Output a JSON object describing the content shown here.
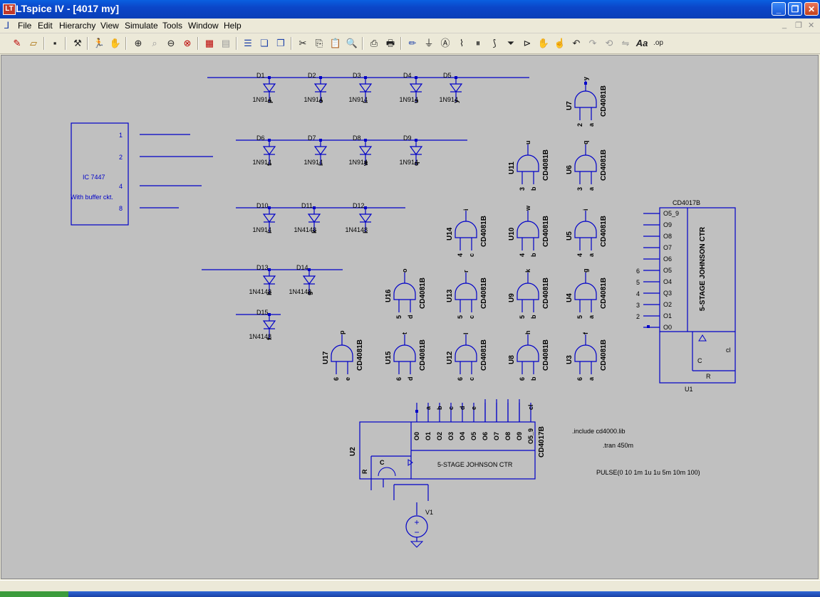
{
  "window": {
    "title": "LTspice IV - [4017 my]"
  },
  "menu": [
    "File",
    "Edit",
    "Hierarchy",
    "View",
    "Simulate",
    "Tools",
    "Window",
    "Help"
  ],
  "toolbar": {
    "icons": [
      "new-schematic",
      "open",
      "save",
      "control-panel",
      "run",
      "halt",
      "zoom-in",
      "zoom-pan",
      "zoom-out",
      "zoom-fit",
      "autorange",
      "plot-settings",
      "tile-horizontal",
      "tile-vertical",
      "cascade",
      "cut",
      "copy",
      "paste",
      "find",
      "print-preview",
      "print",
      "draw-wire",
      "ground",
      "label-net",
      "resistor",
      "capacitor",
      "inductor",
      "diode",
      "component",
      "move",
      "drag",
      "undo",
      "redo",
      "rotate",
      "mirror",
      "text",
      "spice-directive"
    ]
  },
  "schematic": {
    "ic": {
      "name": "IC 7447",
      "sub": "With buffer ckt.",
      "pins": [
        "1",
        "2",
        "4",
        "8"
      ]
    },
    "diodes": [
      {
        "ref": "D1",
        "part": "1N914",
        "net": "p"
      },
      {
        "ref": "D2",
        "part": "1N914",
        "net": "o"
      },
      {
        "ref": "D3",
        "part": "1N914",
        "net": "l"
      },
      {
        "ref": "D4",
        "part": "1N914",
        "net": "u"
      },
      {
        "ref": "D5",
        "part": "1N914",
        "net": "y"
      },
      {
        "ref": "D6",
        "part": "1N914",
        "net": "t"
      },
      {
        "ref": "D7",
        "part": "1N914",
        "net": "i"
      },
      {
        "ref": "D8",
        "part": "1N914",
        "net": "w"
      },
      {
        "ref": "D9",
        "part": "1N914",
        "net": "q"
      },
      {
        "ref": "D10",
        "part": "1N914",
        "net": "i"
      },
      {
        "ref": "D11",
        "part": "1N4148",
        "net": "k"
      },
      {
        "ref": "D12",
        "part": "1N4148",
        "net": "l"
      },
      {
        "ref": "D13",
        "part": "1N4148",
        "net": "h"
      },
      {
        "ref": "D14",
        "part": "1N4148",
        "net": "g"
      },
      {
        "ref": "D15",
        "part": "1N4148",
        "net": "f"
      }
    ],
    "gate_part": "CD4081B",
    "gates": [
      {
        "ref": "U7",
        "out": "y",
        "in1": "2",
        "in2": "a"
      },
      {
        "ref": "U11",
        "out": "u",
        "in1": "3",
        "in2": "b"
      },
      {
        "ref": "U6",
        "out": "q",
        "in1": "3",
        "in2": "a"
      },
      {
        "ref": "U14",
        "out": "i",
        "in1": "4",
        "in2": "c"
      },
      {
        "ref": "U10",
        "out": "w",
        "in1": "4",
        "in2": "b"
      },
      {
        "ref": "U5",
        "out": "i",
        "in1": "4",
        "in2": "a"
      },
      {
        "ref": "U16",
        "out": "o",
        "in1": "5",
        "in2": "d"
      },
      {
        "ref": "U13",
        "out": "r",
        "in1": "5",
        "in2": "c"
      },
      {
        "ref": "U9",
        "out": "k",
        "in1": "5",
        "in2": "b"
      },
      {
        "ref": "U4",
        "out": "g",
        "in1": "5",
        "in2": "a"
      },
      {
        "ref": "U17",
        "out": "p",
        "in1": "6",
        "in2": "e"
      },
      {
        "ref": "U15",
        "out": "t",
        "in1": "6",
        "in2": "d"
      },
      {
        "ref": "U12",
        "out": "l",
        "in1": "6",
        "in2": "c"
      },
      {
        "ref": "U8",
        "out": "h",
        "in1": "6",
        "in2": "b"
      },
      {
        "ref": "U3",
        "out": "f",
        "in1": "6",
        "in2": "a"
      }
    ],
    "counter1": {
      "ref": "U1",
      "part": "CD4017B",
      "title": "5-STAGE JOHNSON CTR",
      "pins": [
        "O5_9",
        "O9",
        "O8",
        "O7",
        "O6",
        "O5",
        "O4",
        "Q3",
        "O2",
        "O1",
        "O0"
      ],
      "netlabels": [
        "6",
        "5",
        "4",
        "3",
        "2"
      ],
      "clk": "C",
      "rst": "R",
      "clabel": "cl"
    },
    "counter2": {
      "ref": "U2",
      "part": "CD4017B",
      "title": "5-STAGE JOHNSON CTR",
      "pins": [
        "O0",
        "O1",
        "O2",
        "O3",
        "O4",
        "O5",
        "O6",
        "O7",
        "O8",
        "O9",
        "O5_9"
      ],
      "netlabels": [
        "a",
        "b",
        "c",
        "d",
        "e",
        "cl"
      ],
      "clk": "C",
      "rst": "R"
    },
    "source": {
      "ref": "V1",
      "value": "PULSE(0 10 1m 1u 1u 5m 10m 100)"
    },
    "directives": [
      ".include cd4000.lib",
      ".tran 450m"
    ]
  },
  "colors": {
    "wire": "#0000c8",
    "background": "#c0c0c0",
    "titlebar": "#0b46c8"
  }
}
